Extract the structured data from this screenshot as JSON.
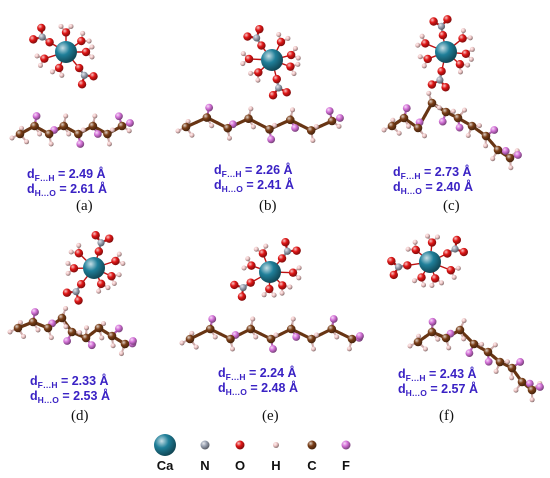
{
  "colors": {
    "Ca": "#1f7f99",
    "N": "#9aa2b2",
    "O": "#e01515",
    "H": "#f1c8c8",
    "C": "#7a3e17",
    "F": "#d572d9",
    "text": "#3a22c4"
  },
  "panels": [
    {
      "id": "a",
      "label": "(a)",
      "dFH": "2.49",
      "dHO": "2.61"
    },
    {
      "id": "b",
      "label": "(b)",
      "dFH": "2.26",
      "dHO": "2.41"
    },
    {
      "id": "c",
      "label": "(c)",
      "dFH": "2.73",
      "dHO": "2.40"
    },
    {
      "id": "d",
      "label": "(d)",
      "dFH": "2.33",
      "dHO": "2.53"
    },
    {
      "id": "e",
      "label": "(e)",
      "dFH": "2.24",
      "dHO": "2.48"
    },
    {
      "id": "f",
      "label": "(f)",
      "dFH": "2.43",
      "dHO": "2.57"
    }
  ],
  "text": {
    "d": "d",
    "sub_FH": "F…H",
    "sub_HO": "H…O",
    "unit": "Å",
    "eq": " = "
  },
  "legend": [
    {
      "element": "Ca",
      "label": "Ca"
    },
    {
      "element": "N",
      "label": "N"
    },
    {
      "element": "O",
      "label": "O"
    },
    {
      "element": "H",
      "label": "H"
    },
    {
      "element": "C",
      "label": "C"
    },
    {
      "element": "F",
      "label": "F"
    }
  ]
}
